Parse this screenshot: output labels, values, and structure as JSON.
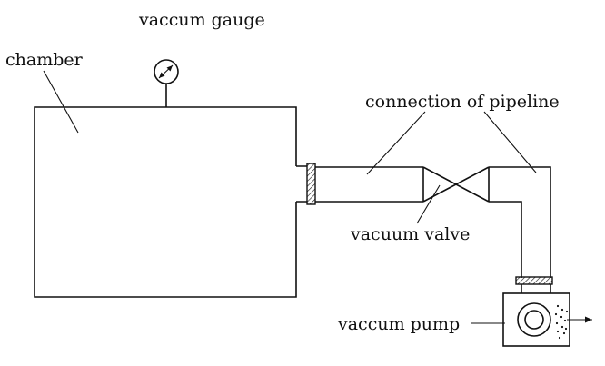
{
  "labels": {
    "chamber": "chamber",
    "gauge": "vaccum gauge",
    "pipeline": "connection of pipeline",
    "valve": "vacuum valve",
    "pump": "vaccum pump"
  },
  "colors": {
    "line": "#111111",
    "background": "#ffffff"
  }
}
